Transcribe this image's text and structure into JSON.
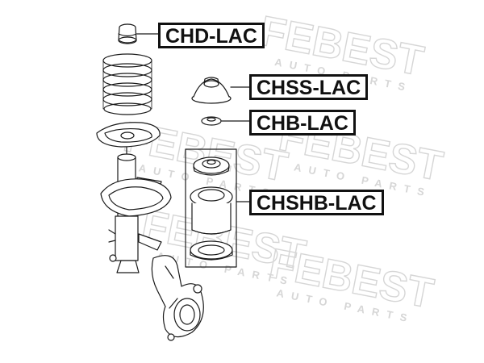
{
  "labels": {
    "chd": "CHD-LAC",
    "chss": "CHSS-LAC",
    "chb": "CHB-LAC",
    "chshb": "CHSHB-LAC"
  },
  "watermark": {
    "brand": "FEBEST",
    "tagline": "AUTO PARTS"
  },
  "colors": {
    "line": "#1a1a1a",
    "label_border": "#111111",
    "watermark": "#d8d8d8"
  }
}
